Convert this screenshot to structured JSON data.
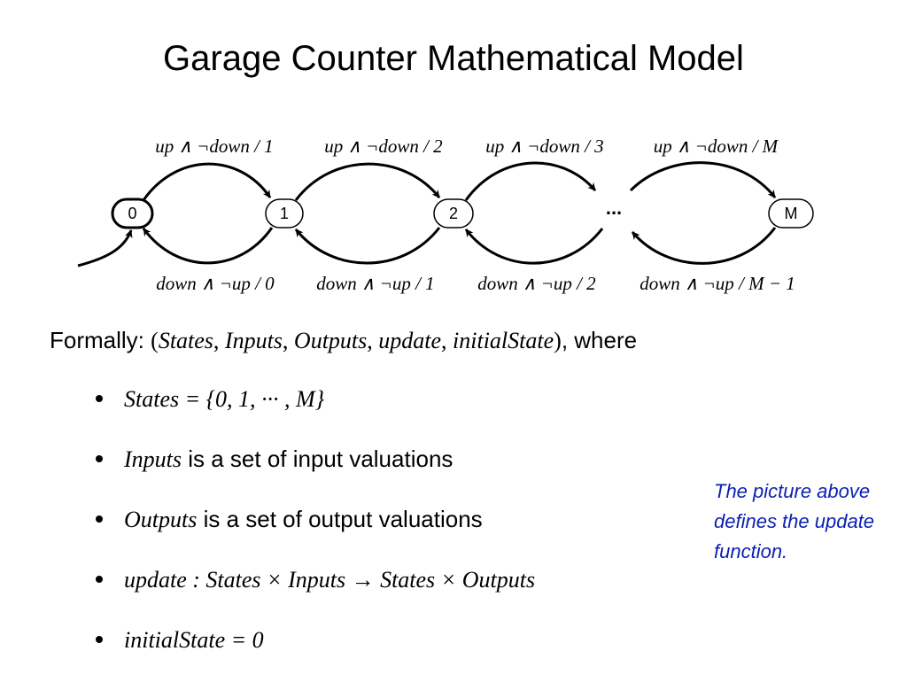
{
  "slide": {
    "title": "Garage Counter Mathematical Model"
  },
  "diagram": {
    "states": [
      "0",
      "1",
      "2",
      "M"
    ],
    "ellipsis": "...",
    "up_labels": [
      "up ∧ ¬down / 1",
      "up ∧ ¬down / 2",
      "up ∧ ¬down / 3",
      "up ∧ ¬down / M"
    ],
    "down_labels": [
      "down ∧ ¬up / 0",
      "down ∧ ¬up / 1",
      "down ∧ ¬up / 2",
      "down ∧ ¬up / M − 1"
    ]
  },
  "formal": {
    "lead": "Formally:",
    "tuple_open": "(",
    "tuple_items": [
      "States",
      "Inputs",
      "Outputs",
      "update",
      "initialState"
    ],
    "tuple_close": ")",
    "trail": ", where"
  },
  "bullets": [
    {
      "math": "States",
      "rest_math": " = {0, 1, ··· , M}",
      "text": ""
    },
    {
      "math": "Inputs",
      "rest_math": "",
      "text": " is a set of input valuations"
    },
    {
      "math": "Outputs",
      "rest_math": "",
      "text": " is a set of output valuations"
    },
    {
      "math": "update",
      "rest_math": " : States × Inputs → States × Outputs",
      "text": ""
    },
    {
      "math": "initialState",
      "rest_math": " = 0",
      "text": ""
    }
  ],
  "note": "The picture above defines the update function."
}
